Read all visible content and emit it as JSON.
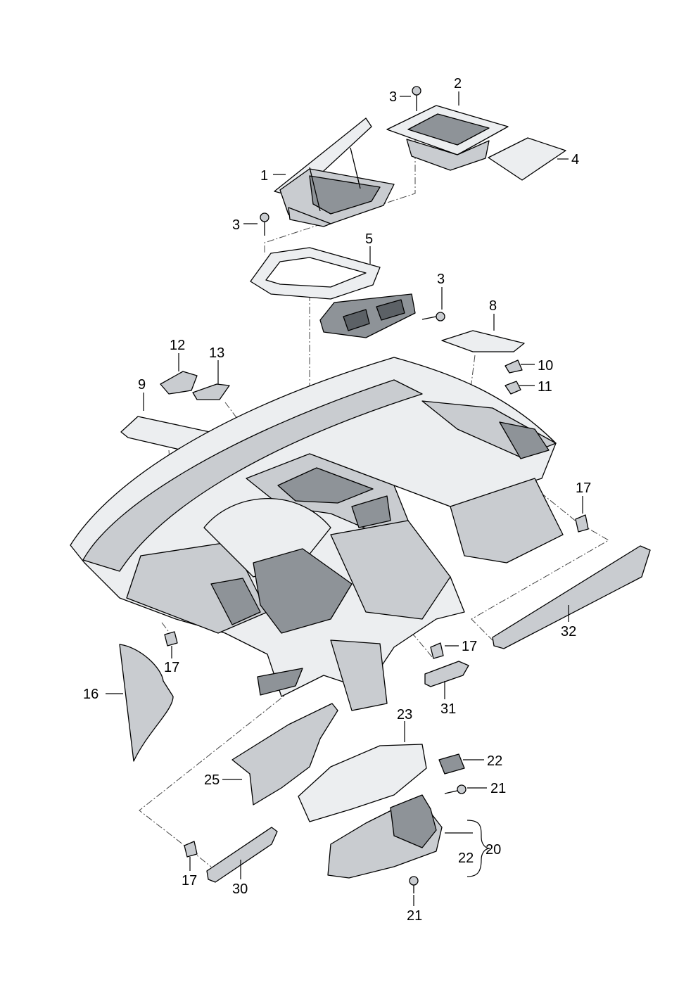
{
  "callouts": [
    {
      "id": "c1",
      "text": "1"
    },
    {
      "id": "c2",
      "text": "2"
    },
    {
      "id": "c3a",
      "text": "3"
    },
    {
      "id": "c3b",
      "text": "3"
    },
    {
      "id": "c3c",
      "text": "3"
    },
    {
      "id": "c4",
      "text": "4"
    },
    {
      "id": "c5",
      "text": "5"
    },
    {
      "id": "c8",
      "text": "8"
    },
    {
      "id": "c9",
      "text": "9"
    },
    {
      "id": "c10",
      "text": "10"
    },
    {
      "id": "c11",
      "text": "11"
    },
    {
      "id": "c12",
      "text": "12"
    },
    {
      "id": "c13",
      "text": "13"
    },
    {
      "id": "c16",
      "text": "16"
    },
    {
      "id": "c17a",
      "text": "17"
    },
    {
      "id": "c17b",
      "text": "17"
    },
    {
      "id": "c17c",
      "text": "17"
    },
    {
      "id": "c17d",
      "text": "17"
    },
    {
      "id": "c20",
      "text": "20"
    },
    {
      "id": "c21a",
      "text": "21"
    },
    {
      "id": "c21b",
      "text": "21"
    },
    {
      "id": "c22a",
      "text": "22"
    },
    {
      "id": "c22b",
      "text": "22"
    },
    {
      "id": "c23",
      "text": "23"
    },
    {
      "id": "c25",
      "text": "25"
    },
    {
      "id": "c30",
      "text": "30"
    },
    {
      "id": "c31",
      "text": "31"
    },
    {
      "id": "c32",
      "text": "32"
    }
  ]
}
